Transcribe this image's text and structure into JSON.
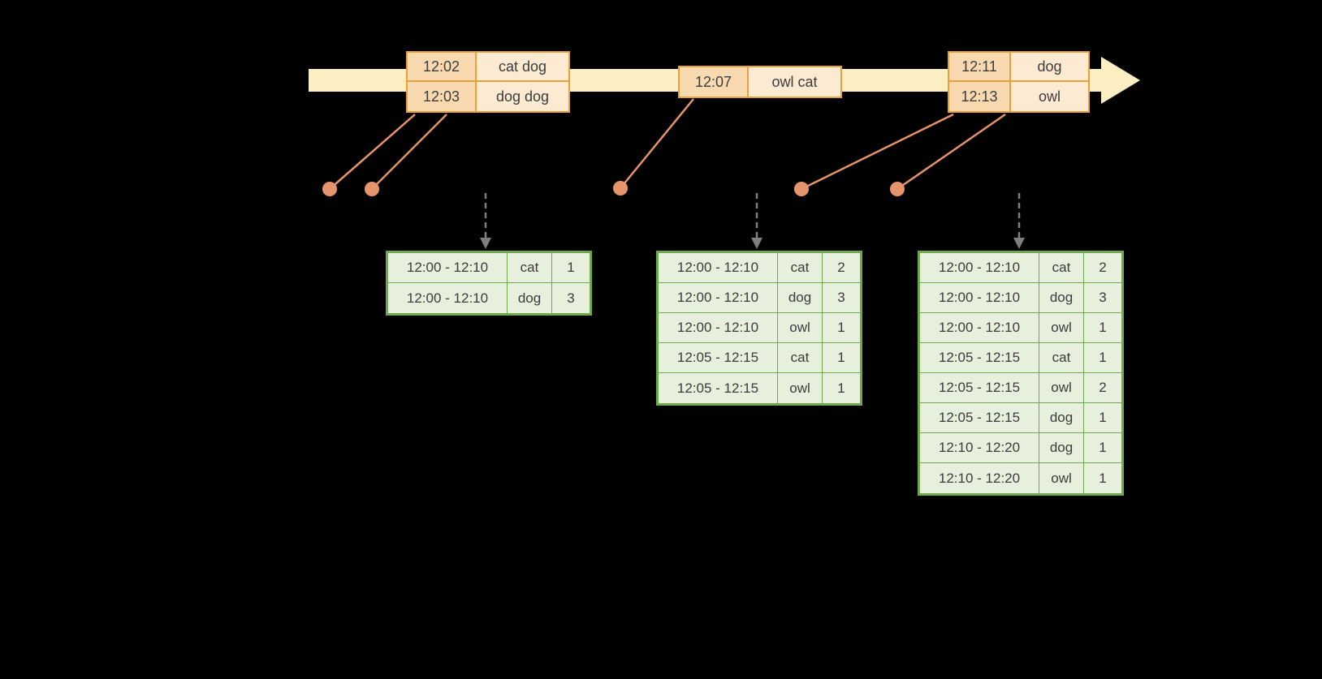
{
  "colors": {
    "background": "#000000",
    "timeline_fill": "#fbeec3",
    "event_border": "#e9a13b",
    "event_time_fill": "#f9d9b0",
    "event_word_fill": "#fcebd2",
    "connector": "#e6946b",
    "trigger_arrow": "#7f7f7f",
    "result_border": "#70a84e",
    "result_fill": "#e6f0dd",
    "text": "#3c3c3c"
  },
  "events": [
    {
      "rows": [
        {
          "time": "12:02",
          "words": "cat dog"
        },
        {
          "time": "12:03",
          "words": "dog dog"
        }
      ]
    },
    {
      "rows": [
        {
          "time": "12:07",
          "words": "owl cat"
        }
      ]
    },
    {
      "rows": [
        {
          "time": "12:11",
          "words": "dog"
        },
        {
          "time": "12:13",
          "words": "owl"
        }
      ]
    }
  ],
  "result_tables": [
    {
      "rows": [
        {
          "window": "12:00 - 12:10",
          "word": "cat",
          "count": "1"
        },
        {
          "window": "12:00 - 12:10",
          "word": "dog",
          "count": "3"
        }
      ]
    },
    {
      "rows": [
        {
          "window": "12:00 - 12:10",
          "word": "cat",
          "count": "2"
        },
        {
          "window": "12:00 - 12:10",
          "word": "dog",
          "count": "3"
        },
        {
          "window": "12:00 - 12:10",
          "word": "owl",
          "count": "1"
        },
        {
          "window": "12:05 - 12:15",
          "word": "cat",
          "count": "1"
        },
        {
          "window": "12:05 - 12:15",
          "word": "owl",
          "count": "1"
        }
      ]
    },
    {
      "rows": [
        {
          "window": "12:00 - 12:10",
          "word": "cat",
          "count": "2"
        },
        {
          "window": "12:00 - 12:10",
          "word": "dog",
          "count": "3"
        },
        {
          "window": "12:00 - 12:10",
          "word": "owl",
          "count": "1"
        },
        {
          "window": "12:05 - 12:15",
          "word": "cat",
          "count": "1"
        },
        {
          "window": "12:05 - 12:15",
          "word": "owl",
          "count": "2"
        },
        {
          "window": "12:05 - 12:15",
          "word": "dog",
          "count": "1"
        },
        {
          "window": "12:10 - 12:20",
          "word": "dog",
          "count": "1"
        },
        {
          "window": "12:10 - 12:20",
          "word": "owl",
          "count": "1"
        }
      ]
    }
  ]
}
